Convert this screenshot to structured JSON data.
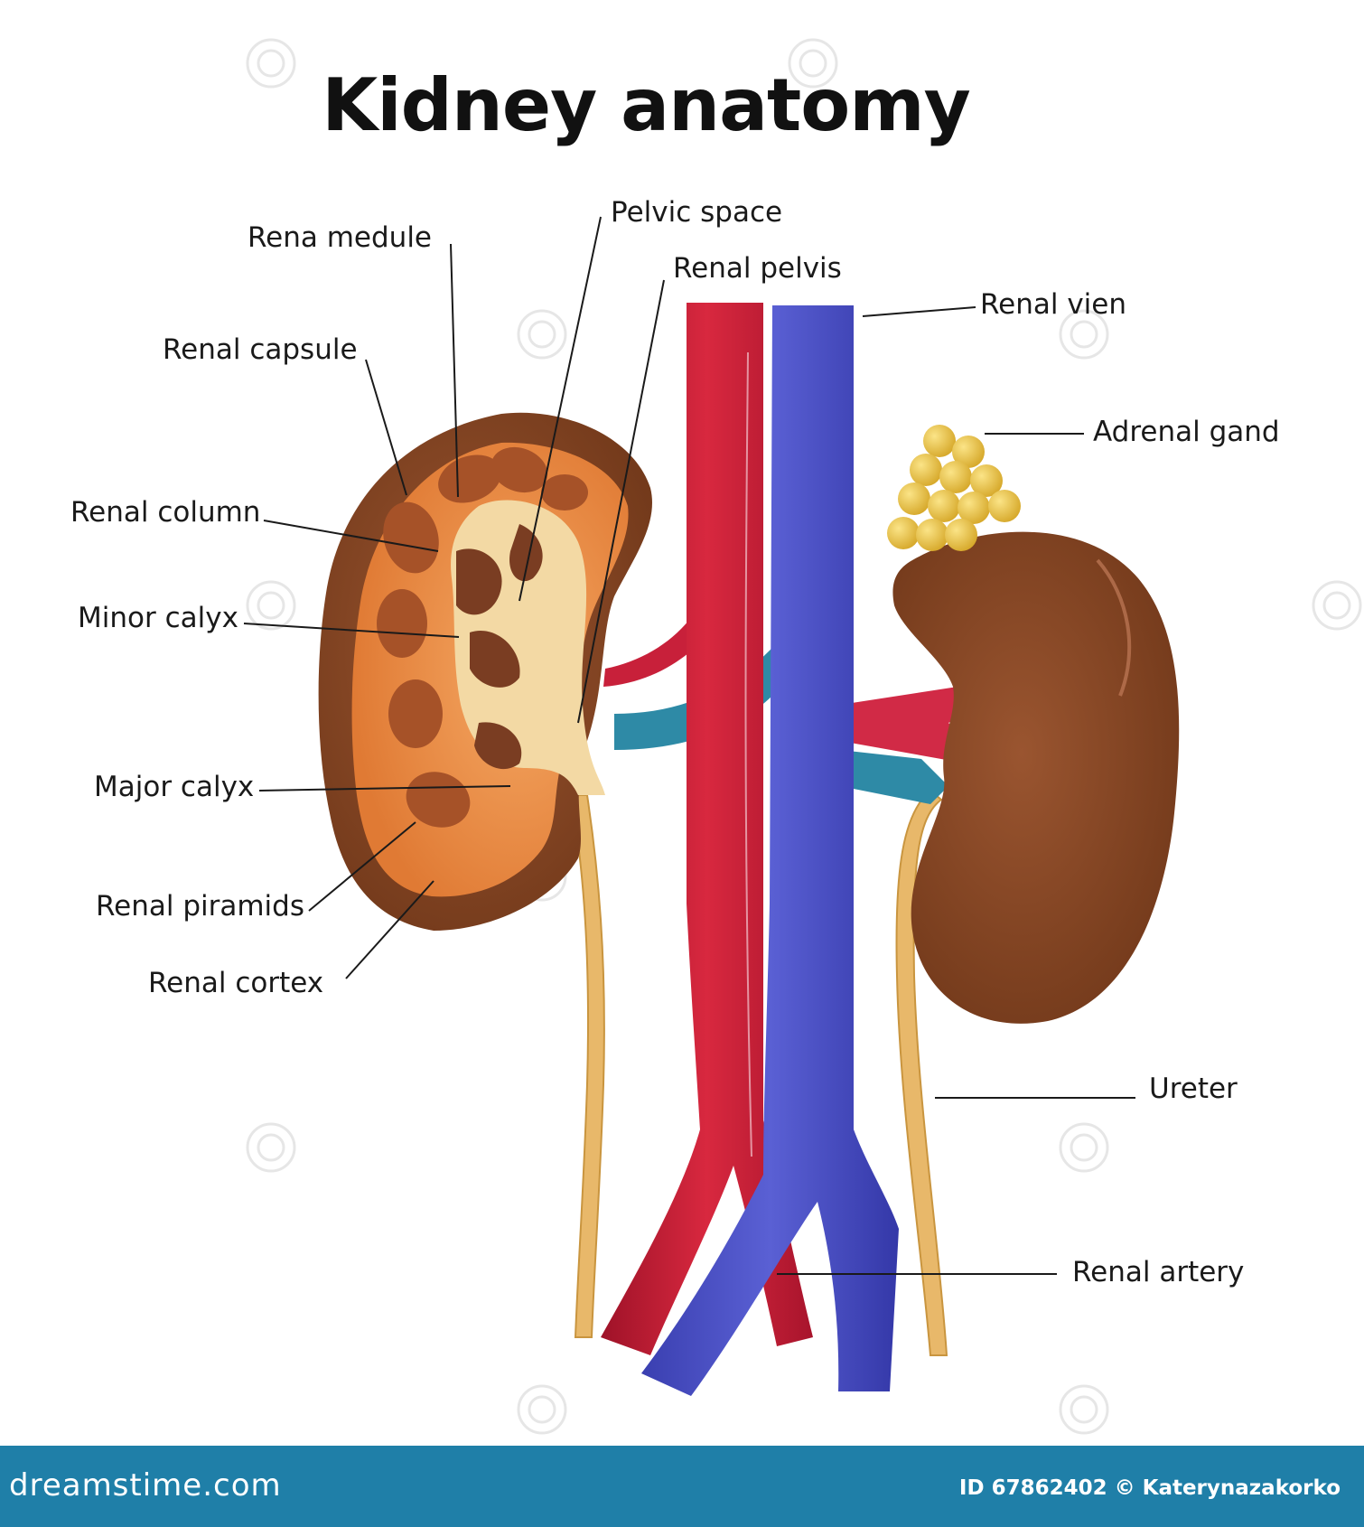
{
  "title": "Kidney anatomy",
  "labels": {
    "rena_medule": "Rena medule",
    "pelvic_space": "Pelvic space",
    "renal_pelvis": "Renal pelvis",
    "renal_vien": "Renal vien",
    "renal_capsule": "Renal capsule",
    "adrenal_gand": "Adrenal gand",
    "renal_column": "Renal column",
    "minor_calyx": "Minor calyx",
    "major_calyx": "Major calyx",
    "renal_piramids": "Renal piramids",
    "renal_cortex": "Renal cortex",
    "ureter": "Ureter",
    "renal_artery": "Renal artery"
  },
  "footer": {
    "brand": "dreamstime.com",
    "credit": "ID 67862402 © Katerynazakorko"
  },
  "colors": {
    "artery": "#c8203a",
    "vein": "#4a4fc0",
    "kidney_outer": "#8a4a28",
    "cortex": "#e88a44",
    "pelvis": "#f3d9a4",
    "ureter": "#e8b86a",
    "adrenal": "#e8c440",
    "footer": "#1f7fa8"
  }
}
